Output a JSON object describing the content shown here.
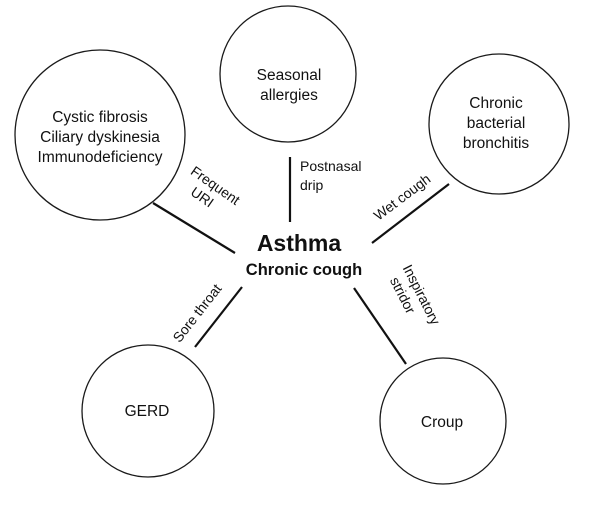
{
  "center": {
    "title": "Asthma",
    "subtitle": "Chronic cough"
  },
  "nodes": [
    {
      "id": "cystic-fibrosis-group",
      "lines": [
        "Cystic fibrosis",
        "Ciliary dyskinesia",
        "Immunodeficiency"
      ]
    },
    {
      "id": "seasonal-allergies",
      "lines": [
        "Seasonal",
        "allergies"
      ]
    },
    {
      "id": "chronic-bacterial-bronchitis",
      "lines": [
        "Chronic",
        "bacterial",
        "bronchitis"
      ]
    },
    {
      "id": "gerd",
      "lines": [
        "GERD"
      ]
    },
    {
      "id": "croup",
      "lines": [
        "Croup"
      ]
    }
  ],
  "edges": [
    {
      "node": "cystic-fibrosis-group",
      "label_lines": [
        "Frequent",
        "URI"
      ]
    },
    {
      "node": "seasonal-allergies",
      "label_lines": [
        "Postnasal",
        "drip"
      ]
    },
    {
      "node": "chronic-bacterial-bronchitis",
      "label_lines": [
        "Wet cough"
      ]
    },
    {
      "node": "gerd",
      "label_lines": [
        "Sore throat"
      ]
    },
    {
      "node": "croup",
      "label_lines": [
        "Inspiratory",
        "stridor"
      ]
    }
  ],
  "colors": {
    "stroke": "#111111",
    "background": "#ffffff"
  }
}
